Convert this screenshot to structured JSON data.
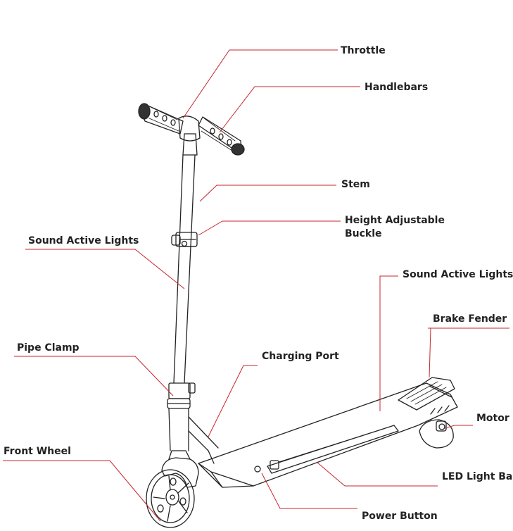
{
  "labels": {
    "throttle": "Throttle",
    "handlebars": "Handlebars",
    "stem": "Stem",
    "height_adjustable_buckle_line1": "Height Adjustable",
    "height_adjustable_buckle_line2": "Buckle",
    "sound_active_lights_left": "Sound Active Lights",
    "sound_active_lights_right": "Sound Active Lights",
    "brake_fender": "Brake Fender",
    "pipe_clamp": "Pipe Clamp",
    "charging_port": "Charging Port",
    "motor": "Motor",
    "front_wheel": "Front Wheel",
    "led_light_bar": "LED Light Bar",
    "power_button": "Power Button"
  },
  "colors": {
    "leader_line": "#c8262c",
    "outline": "#222222",
    "label_text": "#222222"
  }
}
